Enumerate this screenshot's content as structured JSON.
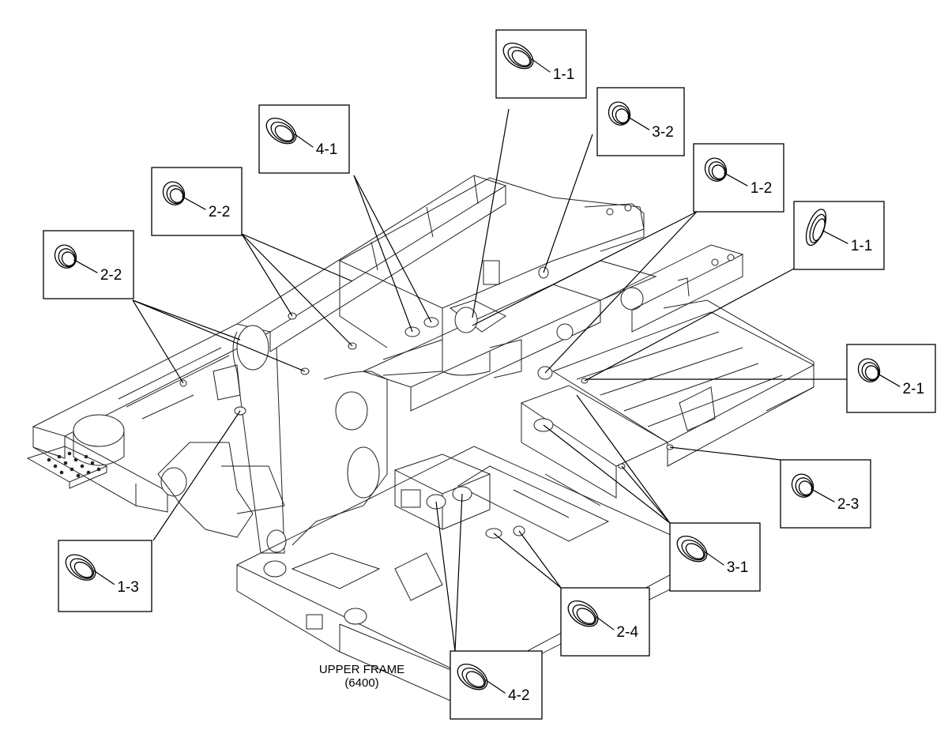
{
  "callouts": [
    {
      "id": "c11a",
      "label": "1-1",
      "shape": "oval-v"
    },
    {
      "id": "c32",
      "label": "3-2",
      "shape": "ring"
    },
    {
      "id": "c41",
      "label": "4-1",
      "shape": "oval-v"
    },
    {
      "id": "c12",
      "label": "1-2",
      "shape": "ring"
    },
    {
      "id": "c22a",
      "label": "2-2",
      "shape": "ring"
    },
    {
      "id": "c11b",
      "label": "1-1",
      "shape": "oval-t"
    },
    {
      "id": "c22b",
      "label": "2-2",
      "shape": "ring"
    },
    {
      "id": "c21",
      "label": "2-1",
      "shape": "ring"
    },
    {
      "id": "c23",
      "label": "2-3",
      "shape": "ring"
    },
    {
      "id": "c31",
      "label": "3-1",
      "shape": "oval-v"
    },
    {
      "id": "c13",
      "label": "1-3",
      "shape": "oval-v"
    },
    {
      "id": "c24",
      "label": "2-4",
      "shape": "oval-v"
    },
    {
      "id": "c42",
      "label": "4-2",
      "shape": "oval-v"
    }
  ],
  "caption": {
    "line1": "UPPER FRAME",
    "line2": "(6400)"
  }
}
